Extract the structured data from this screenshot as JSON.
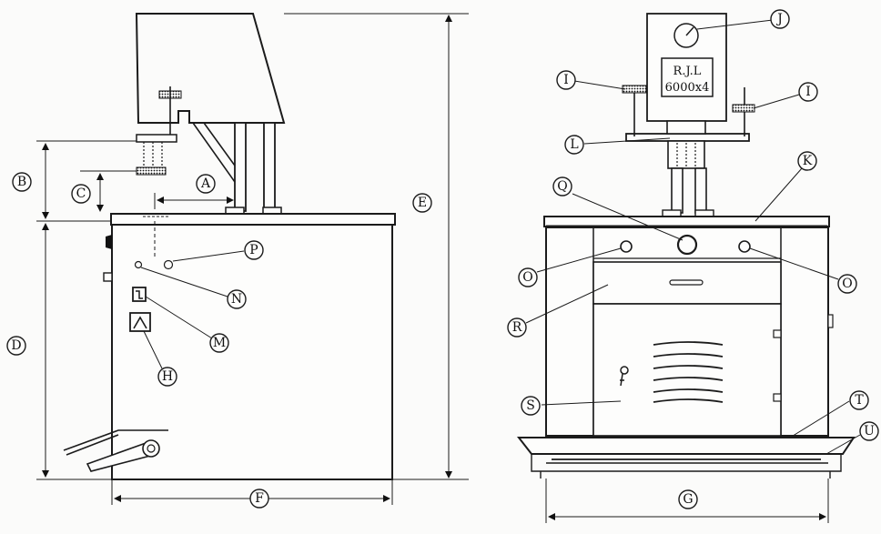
{
  "nameplate": {
    "line1": "R.J.L",
    "line2": "6000x4"
  },
  "callouts": {
    "A": "A",
    "B": "B",
    "C": "C",
    "D": "D",
    "E": "E",
    "F": "F",
    "H": "H",
    "M": "M",
    "N": "N",
    "P": "P",
    "G": "G",
    "I": "I",
    "J": "J",
    "K": "K",
    "L": "L",
    "O": "O",
    "Q": "Q",
    "R": "R",
    "S": "S",
    "T": "T",
    "U": "U"
  }
}
